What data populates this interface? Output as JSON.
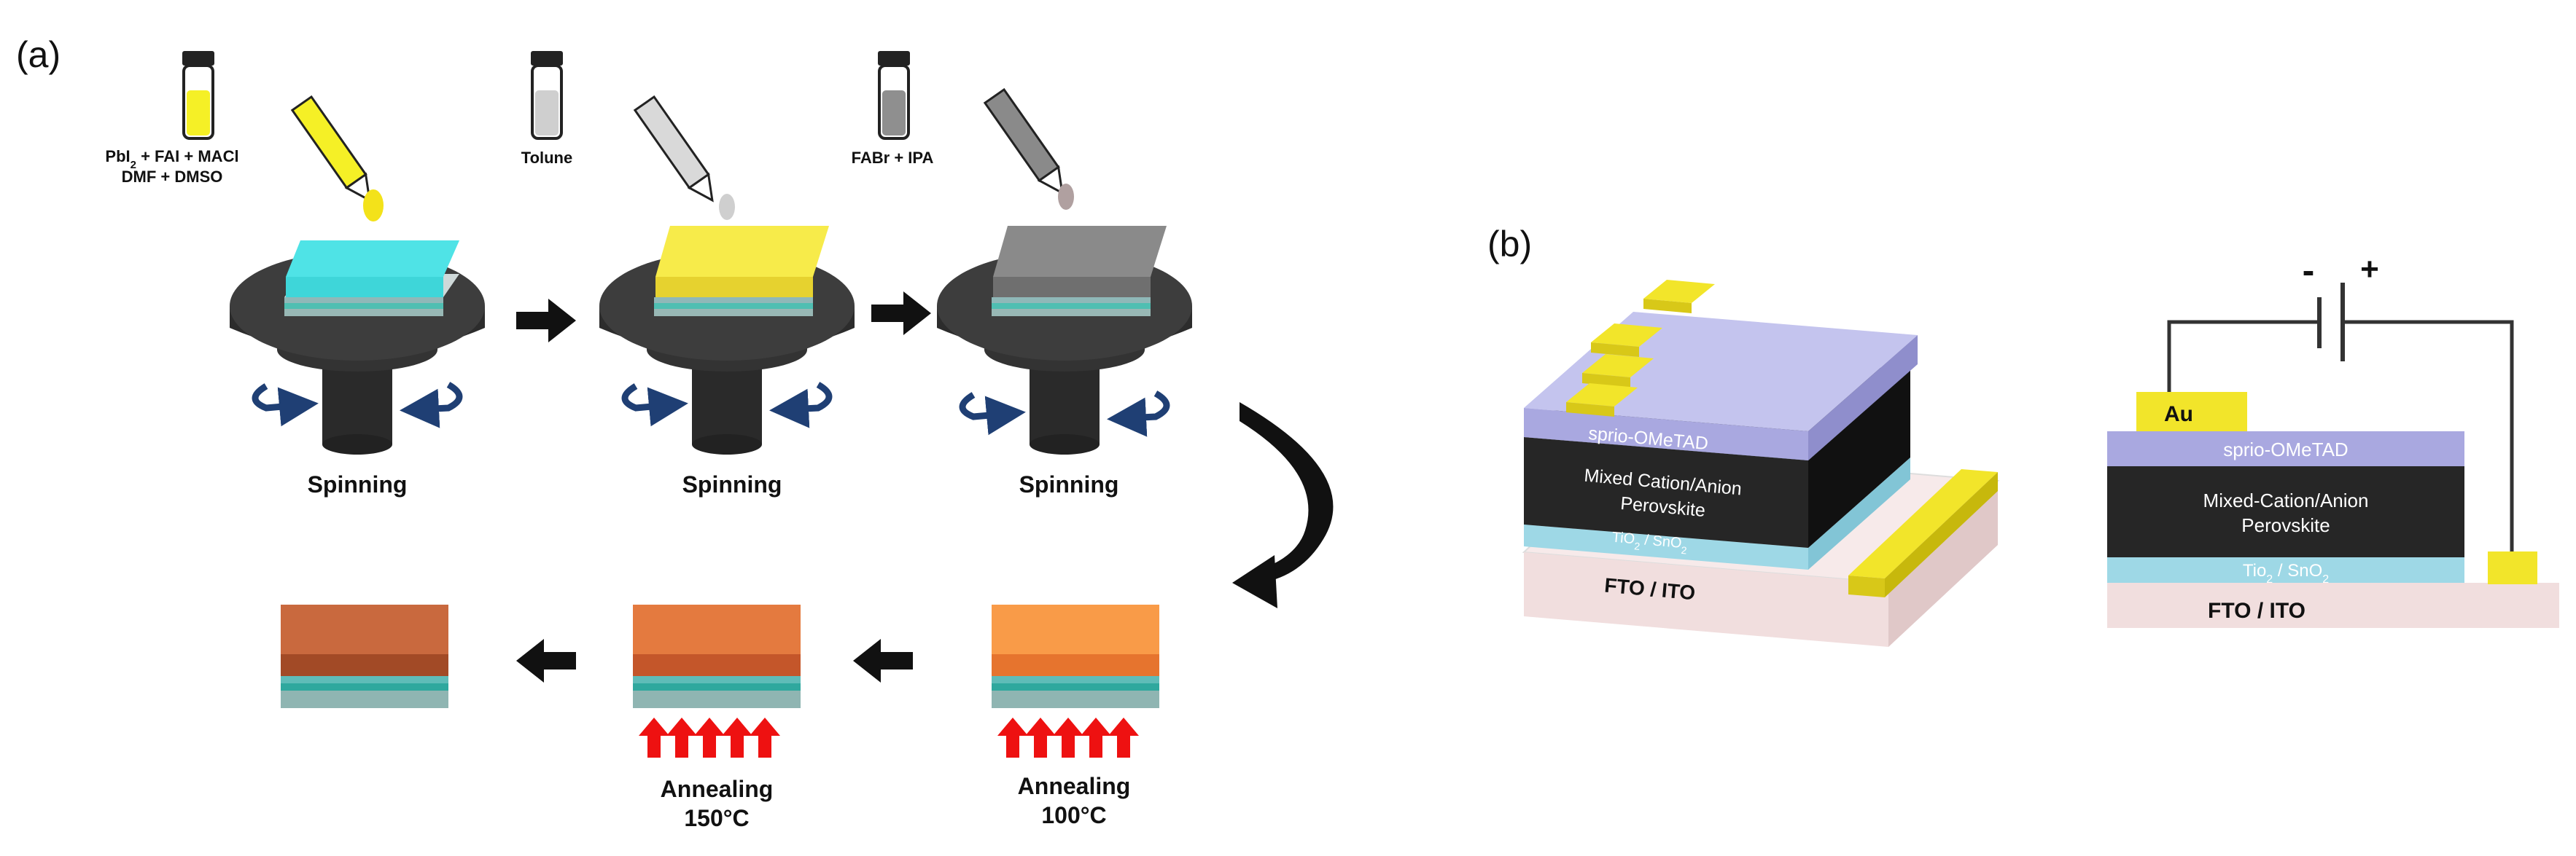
{
  "panel_a": {
    "label": "(a)",
    "vials": {
      "precursor_line1": "PbI",
      "precursor_line1_sub": "2",
      "precursor_line1_rest": " + FAI + MACl",
      "precursor_line2": "DMF + DMSO",
      "antisolvent": "Tolune",
      "post_treatment": "FABr + IPA"
    },
    "steps": {
      "spin1": "Spinning",
      "spin2": "Spinning",
      "spin3": "Spinning",
      "anneal_100_title": "Annealing",
      "anneal_100_temp": "100°C",
      "anneal_150_title": "Annealing",
      "anneal_150_temp": "150°C"
    }
  },
  "panel_b": {
    "label": "(b)",
    "layers_3d": {
      "hole_transport": "sprio-OMeTAD",
      "perovskite_line1": "Mixed Cation/Anion",
      "perovskite_line2": "Perovskite",
      "etl": "TiO",
      "etl_sub": "2",
      "etl_rest": " / SnO",
      "etl_sub2": "2",
      "substrate": "FTO / ITO"
    },
    "layers_2d": {
      "electrode": "Au",
      "hole_transport": "sprio-OMeTAD",
      "perovskite_line1": "Mixed-Cation/Anion",
      "perovskite_line2": "Perovskite",
      "etl": "Tio",
      "etl_sub": "2",
      "etl_rest": " / SnO",
      "etl_sub2": "2",
      "substrate": "FTO / ITO"
    },
    "battery": {
      "minus": "-",
      "plus": "+"
    }
  },
  "colors": {
    "cyan_film": "#4fe3e6",
    "yellow_film": "#f7eb4a",
    "gray_film": "#7c7c7c",
    "orange_film": "#f99b48",
    "dark_orange_film": "#e47a3f",
    "brown_film": "#c9693e",
    "chuck": "#3a3a3a",
    "rotation_arrow": "#1f3f74",
    "heat_arrow": "#ee1111",
    "spiro": "#a9a8e0",
    "perovskite": "#262626",
    "etl": "#9ed8e6",
    "substrate": "#f1dede",
    "gold": "#f2e52a"
  }
}
